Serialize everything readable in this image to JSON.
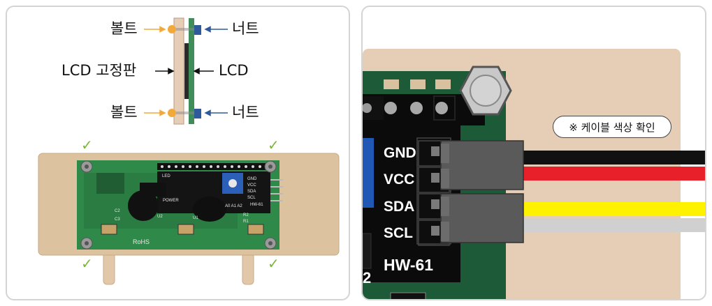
{
  "left_panel": {
    "diagram_labels": {
      "bolt_top": "볼트",
      "nut_top": "너트",
      "lcd_plate": "LCD 고정판",
      "lcd": "LCD",
      "bolt_bottom": "볼트",
      "nut_bottom": "너트"
    },
    "photo": {
      "check_mark": "✓",
      "board_labels": [
        "HW-61",
        "POWER",
        "A0 A1 A2",
        "GND",
        "VCC",
        "SDA",
        "SCL",
        "U2",
        "U1",
        "C2",
        "C3",
        "R2",
        "R1",
        "LED",
        "RoHS"
      ]
    }
  },
  "right_panel": {
    "note": "※ 케이블 색상 확인",
    "pins": [
      "GND",
      "VCC",
      "SDA",
      "SCL"
    ],
    "module_label": "HW-61",
    "edge_fragment": "2",
    "colors": {
      "wood": "#e6cdb6",
      "board_green": "#1d5a38",
      "module_black": "#0b0b0b",
      "connector_gray": "#5a5a5a",
      "wire_black": "#111111",
      "wire_red": "#e8202a",
      "wire_yellow": "#fff200",
      "wire_gray": "#d0d0d0"
    }
  }
}
